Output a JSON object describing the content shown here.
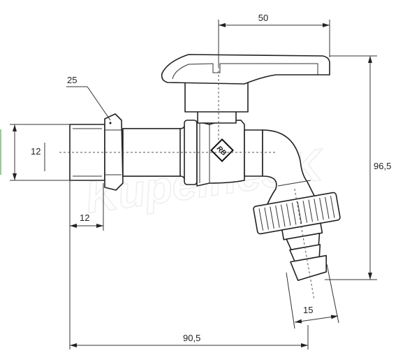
{
  "dimensions": {
    "handle_length": "50",
    "hex_size": "25",
    "thread_diameter": "12",
    "thread_length": "12",
    "total_height": "96,5",
    "hose_diameter": "15",
    "total_length": "90,5"
  },
  "logo_text": "RB",
  "watermark": "KupelneSK"
}
